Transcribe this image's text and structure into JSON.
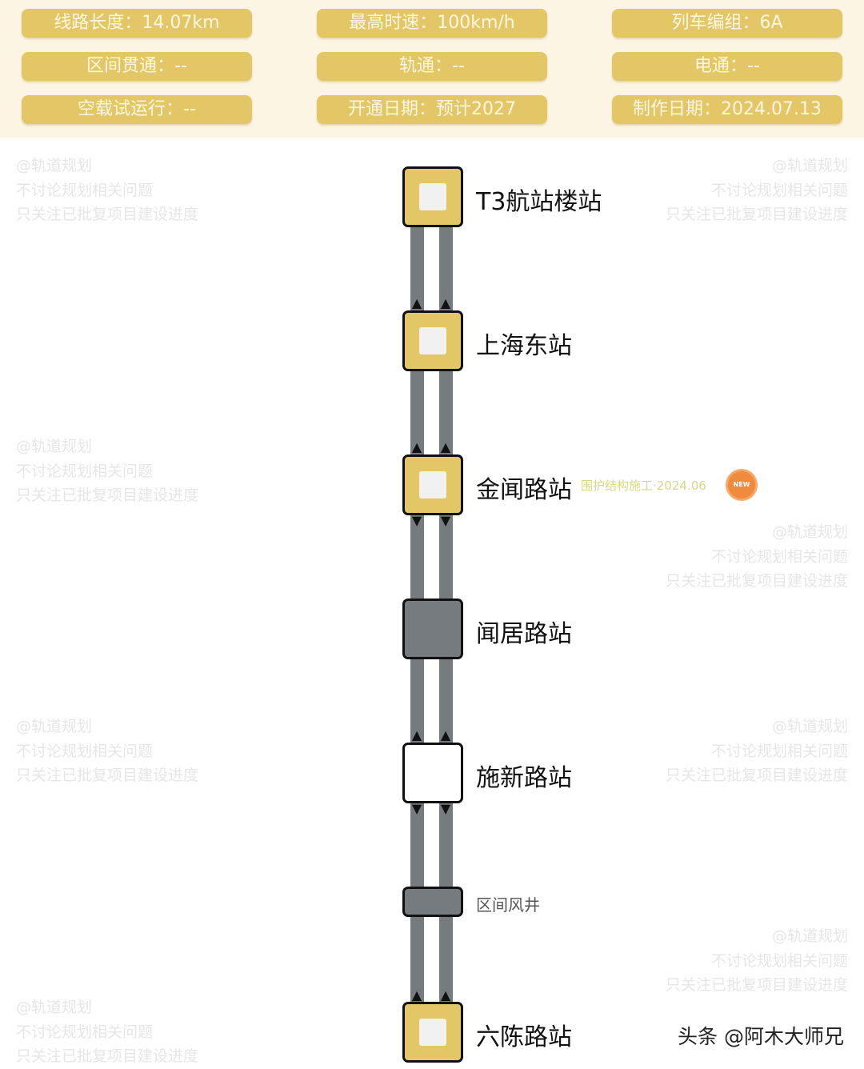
{
  "header": {
    "items": [
      "线路长度：14.07km",
      "最高时速：100km/h",
      "列车编组：6A",
      "区间贯通：--",
      "轨通：--",
      "电通：--",
      "空载试运行：--",
      "开通日期：预计2027",
      "制作日期：2024.07.13"
    ]
  },
  "stations": [
    {
      "name": "T3航站楼站",
      "status": "yellow"
    },
    {
      "name": "上海东站",
      "status": "yellow"
    },
    {
      "name": "金闻路站",
      "status": "yellow",
      "note": "围护结构施工·2024.06",
      "badge": "NEW"
    },
    {
      "name": "闻居路站",
      "status": "gray"
    },
    {
      "name": "施新路站",
      "status": "white"
    },
    {
      "name": "区间风井",
      "status": "shaft"
    },
    {
      "name": "六陈路站",
      "status": "yellow"
    }
  ],
  "watermark": [
    "@轨道规划",
    "不讨论规划相关问题",
    "只关注已批复项目建设进度"
  ],
  "credit": "头条 @阿木大师兄",
  "colors": {
    "yellow": "#e3c766",
    "gray": "#767b80",
    "header_bg": "#fcf5e3",
    "new_badge": "#f08a3c"
  }
}
